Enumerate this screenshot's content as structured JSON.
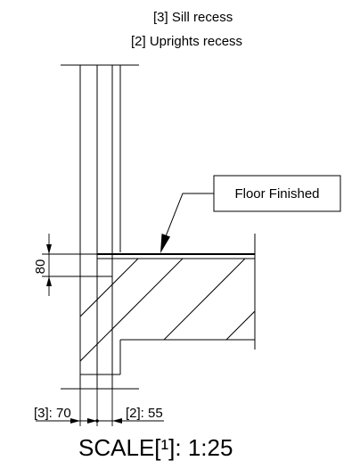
{
  "callouts": {
    "sill_recess": "[3] Sill recess",
    "uprights_recess": "[2] Uprights recess"
  },
  "floor_label": "Floor Finished",
  "dimensions": {
    "height": "80",
    "left": "[3]: 70",
    "right": "[2]: 55"
  },
  "scale": "SCALE[¹]: 1:25"
}
